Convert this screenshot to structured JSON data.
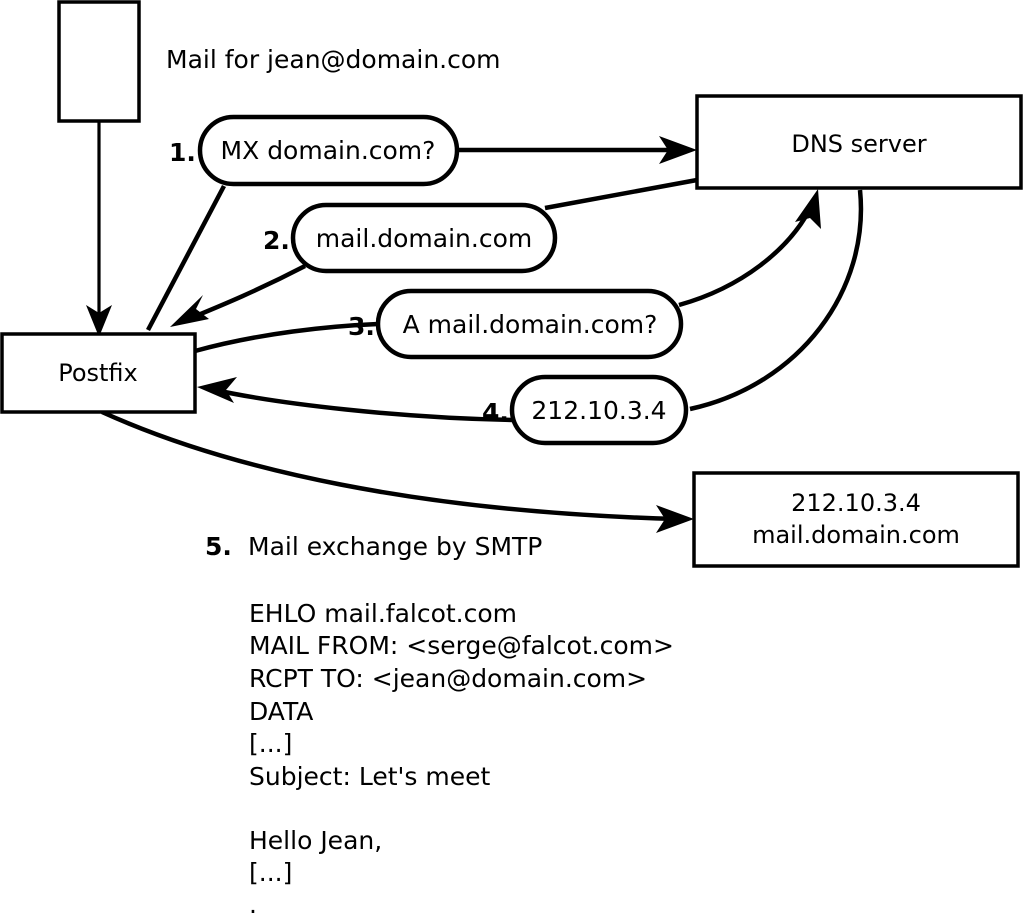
{
  "diagram": {
    "title_note": "Mail for jean@domain.com",
    "nodes": {
      "incoming_mail_box": "",
      "postfix": "Postfix",
      "dns_server": "DNS server",
      "destination_line1": "212.10.3.4",
      "destination_line2": "mail.domain.com"
    },
    "steps": [
      {
        "num": "1.",
        "label": "MX domain.com?"
      },
      {
        "num": "2.",
        "label": "mail.domain.com"
      },
      {
        "num": "3.",
        "label": "A mail.domain.com?"
      },
      {
        "num": "4.",
        "label": "212.10.3.4"
      },
      {
        "num": "5.",
        "label": "Mail exchange by SMTP"
      }
    ],
    "smtp_transcript": [
      "EHLO mail.falcot.com",
      "MAIL FROM: <serge@falcot.com>",
      "RCPT TO: <jean@domain.com>",
      "DATA",
      "[...]",
      "Subject: Let's meet",
      "",
      "Hello Jean,",
      "[...]",
      "."
    ],
    "colors": {
      "stroke": "#000000",
      "fill": "#ffffff",
      "text": "#000000"
    }
  }
}
